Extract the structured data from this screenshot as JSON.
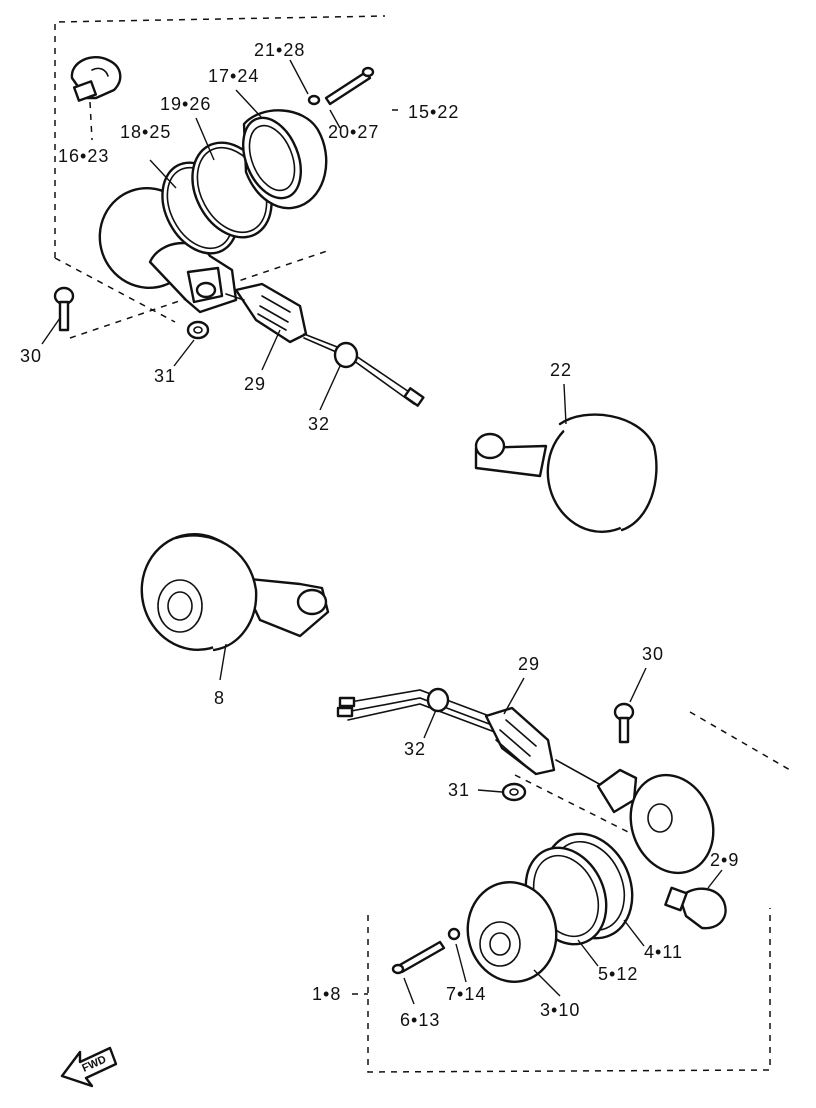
{
  "labels": {
    "l_16_23": "16•23",
    "l_18_25": "18•25",
    "l_19_26": "19•26",
    "l_17_24": "17•24",
    "l_21_28": "21•28",
    "l_20_27": "20•27",
    "l_15_22": "15•22",
    "l_30_top": "30",
    "l_31_top": "31",
    "l_29_top": "29",
    "l_32_top": "32",
    "l_22": "22",
    "l_8": "8",
    "l_29_bot": "29",
    "l_30_bot": "30",
    "l_32_bot": "32",
    "l_31_bot": "31",
    "l_2_9": "2•9",
    "l_4_11": "4•11",
    "l_5_12": "5•12",
    "l_3_10": "3•10",
    "l_7_14": "7•14",
    "l_6_13": "6•13",
    "l_1_8": "1•8"
  },
  "fwd_arrow": "FWD",
  "line_color": "#111111"
}
